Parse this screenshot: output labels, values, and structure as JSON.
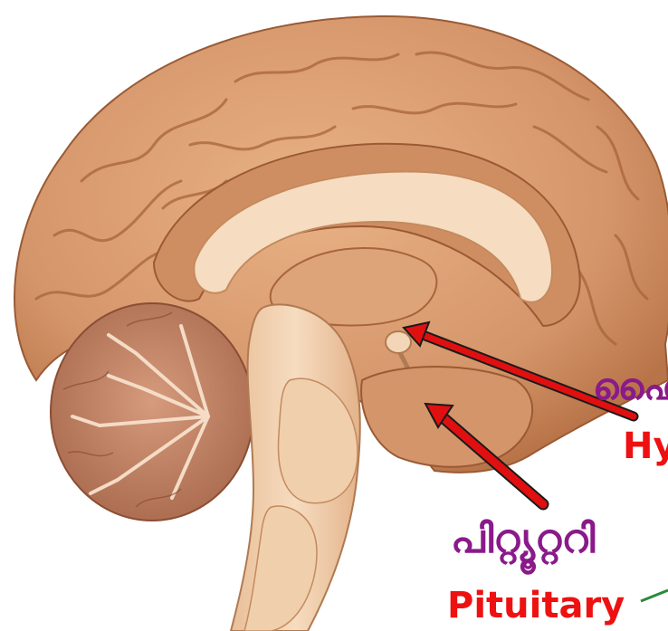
{
  "labels": {
    "hypothalamus_malayalam": "ഹൈ",
    "hypothalamus_english": "Hy",
    "pituitary_malayalam": "പിറ്റ്യൂറ്ററി",
    "pituitary_english": "Pituitary"
  },
  "colors": {
    "malayalam_label": "#8a1a8a",
    "english_label": "#ee1111",
    "arrow": "#e01010",
    "arrow_outline": "#1a1a1a",
    "leader_line": "#2a8a3a",
    "cortex": "#d99a6c",
    "cortex_dark": "#a8643a",
    "white_matter": "#f6dcc0",
    "cerebellum": "#c9876a",
    "brainstem": "#f3d3b5"
  }
}
